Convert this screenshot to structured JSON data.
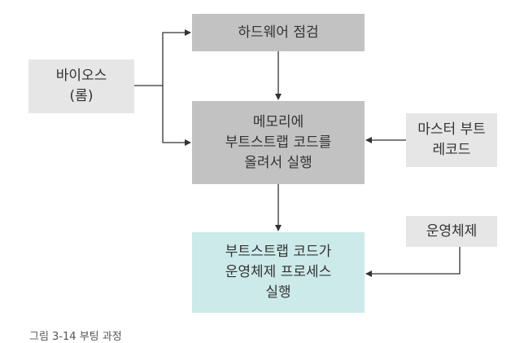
{
  "colors": {
    "light_gray": "#e6e6e6",
    "dark_gray": "#c2c2c2",
    "teal": "#cdeaea",
    "line": "#333333"
  },
  "nodes": {
    "bios": {
      "lines": [
        "바이오스",
        "(롬)"
      ]
    },
    "hardware_check": {
      "lines": [
        "하드웨어 점검"
      ]
    },
    "memory_bootstrap": {
      "lines": [
        "메모리에",
        "부트스트랩 코드를",
        "올려서 실행"
      ]
    },
    "mbr": {
      "lines": [
        "마스터 부트",
        "레코드"
      ]
    },
    "os": {
      "lines": [
        "운영체제"
      ]
    },
    "bootstrap_exec": {
      "lines": [
        "부트스트랩 코드가",
        "운영체제 프로세스",
        "실행"
      ]
    }
  },
  "caption": "그림 3-14 부팅 과정"
}
